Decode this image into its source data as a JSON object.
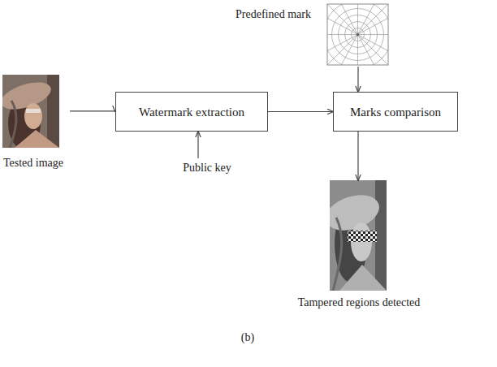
{
  "diagram": {
    "caption": "(b)",
    "nodes": [
      {
        "text": [
          "Tested image"
        ]
      },
      {
        "text": [
          "Watermark extraction"
        ]
      },
      {
        "text": [
          "Public key"
        ]
      },
      {
        "text": [
          "Predefined mark"
        ]
      },
      {
        "text": [
          "Marks comparison"
        ]
      },
      {
        "text": [
          "Tampered regions detected"
        ]
      }
    ],
    "edges": [
      {
        "from": 0,
        "to": 1,
        "arrow": "to"
      },
      {
        "from": 2,
        "to": 1,
        "arrow": "to"
      },
      {
        "from": 1,
        "to": 4,
        "arrow": "to"
      },
      {
        "from": 3,
        "to": 4,
        "arrow": "to"
      },
      {
        "from": 4,
        "to": 5,
        "arrow": "to"
      }
    ]
  }
}
